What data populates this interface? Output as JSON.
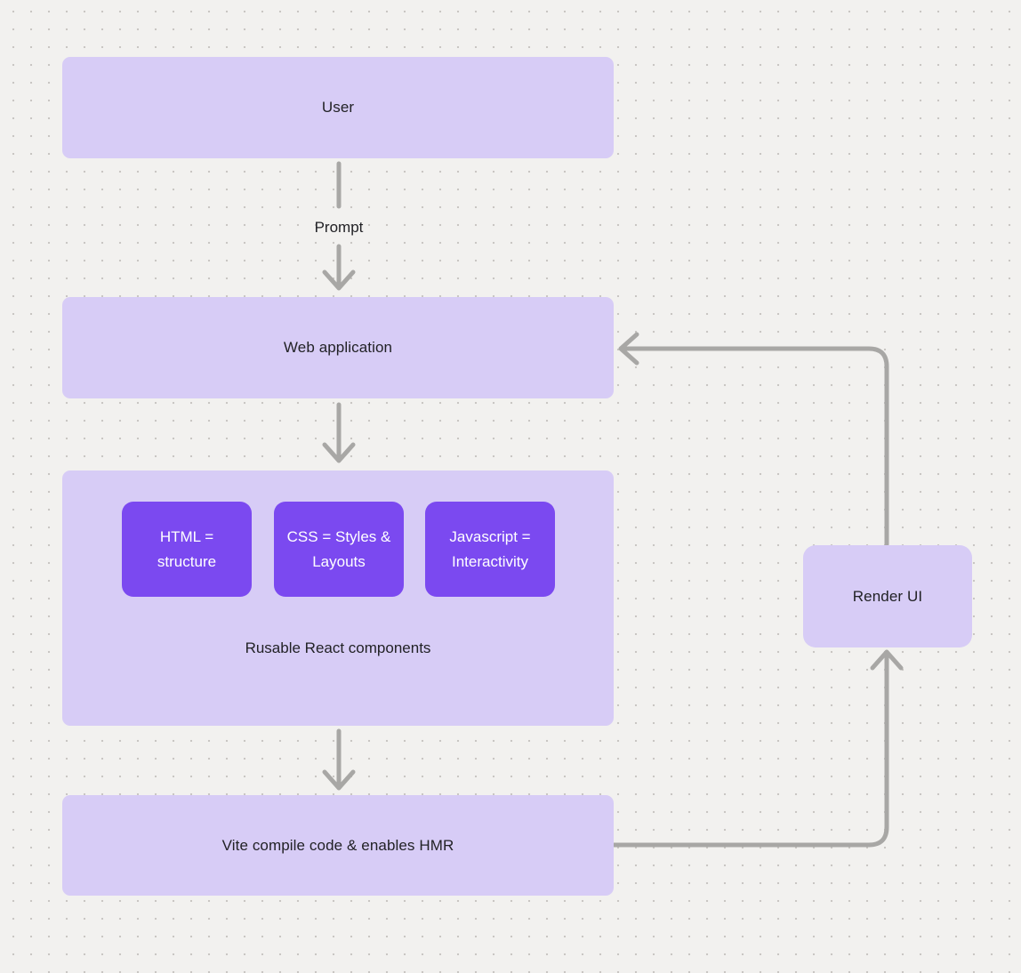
{
  "diagram": {
    "nodes": {
      "user": {
        "label": "User"
      },
      "web_application": {
        "label": "Web application"
      },
      "components": {
        "children": [
          {
            "label": "HTML = structure"
          },
          {
            "label": "CSS = Styles & Layouts"
          },
          {
            "label": "Javascript = Interactivity"
          }
        ],
        "caption": "Rusable React components"
      },
      "vite": {
        "label": "Vite compile code & enables HMR"
      },
      "render_ui": {
        "label": "Render UI"
      }
    },
    "edges": [
      {
        "from": "User",
        "to": "Web application",
        "label": "Prompt"
      },
      {
        "from": "Web application",
        "to": "Rusable React components",
        "label": ""
      },
      {
        "from": "Rusable React components",
        "to": "Vite compile code & enables HMR",
        "label": ""
      },
      {
        "from": "Vite compile code & enables HMR",
        "to": "Render UI",
        "label": ""
      },
      {
        "from": "Render UI",
        "to": "Web application",
        "label": ""
      }
    ],
    "colors": {
      "background": "#f2f1ef",
      "dot_grid": "#c9c6c3",
      "node_fill": "#d7ccf6",
      "accent_chip_fill": "#7b49f0",
      "chip_text": "#ffffff",
      "arrow": "#a8a7a5",
      "text": "#222226"
    }
  }
}
